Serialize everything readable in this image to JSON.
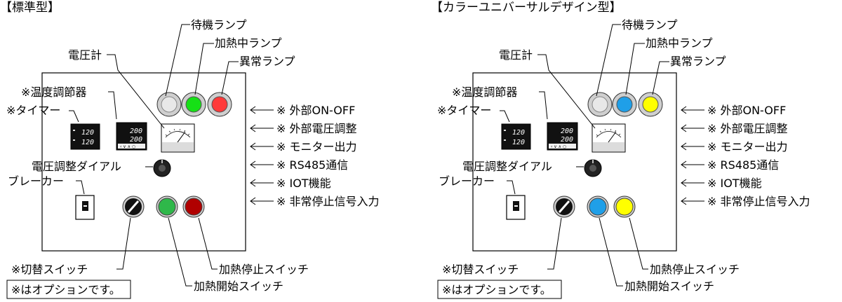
{
  "panels": [
    {
      "title": "【標準型】",
      "colors": {
        "standby": "#e8e8e8",
        "heating": "#16e016",
        "abnormal": "#ff3a3a",
        "start": "#2fb84a",
        "stop": "#b00000"
      }
    },
    {
      "title": "【カラーユニバーサルデザイン型】",
      "colors": {
        "standby": "#e8e8e8",
        "heating": "#1f9fe8",
        "abnormal": "#ffff00",
        "start": "#1f9fe8",
        "stop": "#ffff00"
      }
    }
  ],
  "labels": {
    "standby_lamp": "待機ランプ",
    "heating_lamp": "加熱中ランプ",
    "abnormal_lamp": "異常ランプ",
    "voltmeter": "電圧計",
    "temp_controller": "※温度調節器",
    "timer": "※タイマー",
    "voltage_dial": "電圧調整ダイアル",
    "breaker": "ブレーカー",
    "selector_switch": "※切替スイッチ",
    "heat_stop_switch": "加熱停止スイッチ",
    "heat_start_switch": "加熱開始スイッチ",
    "option_note": "※はオプションです。"
  },
  "options": [
    "※ 外部ON-OFF",
    "※ 外部電圧調整",
    "※ モニター出力",
    "※ RS485通信",
    "※ IOT機能",
    "※ 非常停止信号入力"
  ],
  "displays": {
    "timer": {
      "upper": "120",
      "lower": "120"
    },
    "temp": {
      "upper": "200",
      "lower": "200"
    }
  }
}
